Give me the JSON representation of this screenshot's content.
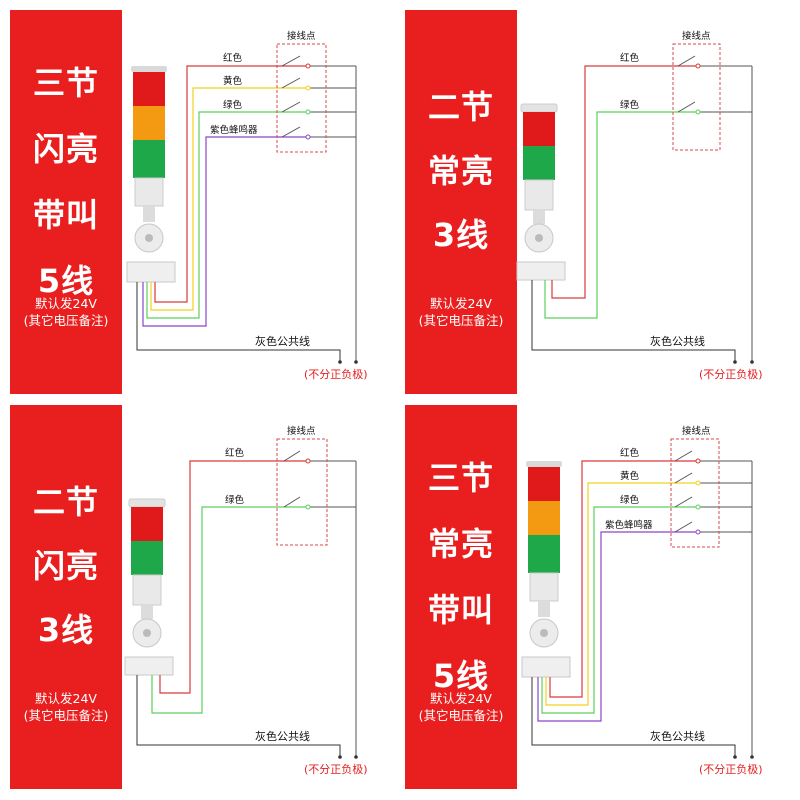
{
  "panels": [
    {
      "title_lines": [
        "三节",
        "闪亮",
        "带叫",
        "5线"
      ],
      "voltage": "默认发24V",
      "voltage_note": "(其它电压备注)",
      "junction_label": "接线点",
      "wire_labels": [
        "红色",
        "黄色",
        "绿色",
        "紫色蜂鸣器"
      ],
      "common_label": "灰色公共线",
      "polarity_label": "(不分正负极)",
      "lamp_colors": [
        "#e01a1a",
        "#f39a12",
        "#1fa84a"
      ]
    },
    {
      "title_lines": [
        "二节",
        "常亮",
        "3线"
      ],
      "voltage": "默认发24V",
      "voltage_note": "(其它电压备注)",
      "junction_label": "接线点",
      "wire_labels": [
        "红色",
        "绿色"
      ],
      "common_label": "灰色公共线",
      "polarity_label": "(不分正负极)",
      "lamp_colors": [
        "#e01a1a",
        "#1fa84a"
      ]
    },
    {
      "title_lines": [
        "二节",
        "闪亮",
        "3线"
      ],
      "voltage": "默认发24V",
      "voltage_note": "(其它电压备注)",
      "junction_label": "接线点",
      "wire_labels": [
        "红色",
        "绿色"
      ],
      "common_label": "灰色公共线",
      "polarity_label": "(不分正负极)",
      "lamp_colors": [
        "#e01a1a",
        "#1fa84a"
      ]
    },
    {
      "title_lines": [
        "三节",
        "常亮",
        "带叫",
        "5线"
      ],
      "voltage": "默认发24V",
      "voltage_note": "(其它电压备注)",
      "junction_label": "接线点",
      "wire_labels": [
        "红色",
        "黄色",
        "绿色",
        "紫色蜂鸣器"
      ],
      "common_label": "灰色公共线",
      "polarity_label": "(不分正负极)",
      "lamp_colors": [
        "#e01a1a",
        "#f39a12",
        "#1fa84a"
      ]
    }
  ],
  "wire_colors": {
    "red": "#d93a3a",
    "yellow": "#f2d21b",
    "green": "#5cd05c",
    "purple": "#8a46c9",
    "common": "#333333",
    "junction_box": "#d94a4a"
  }
}
